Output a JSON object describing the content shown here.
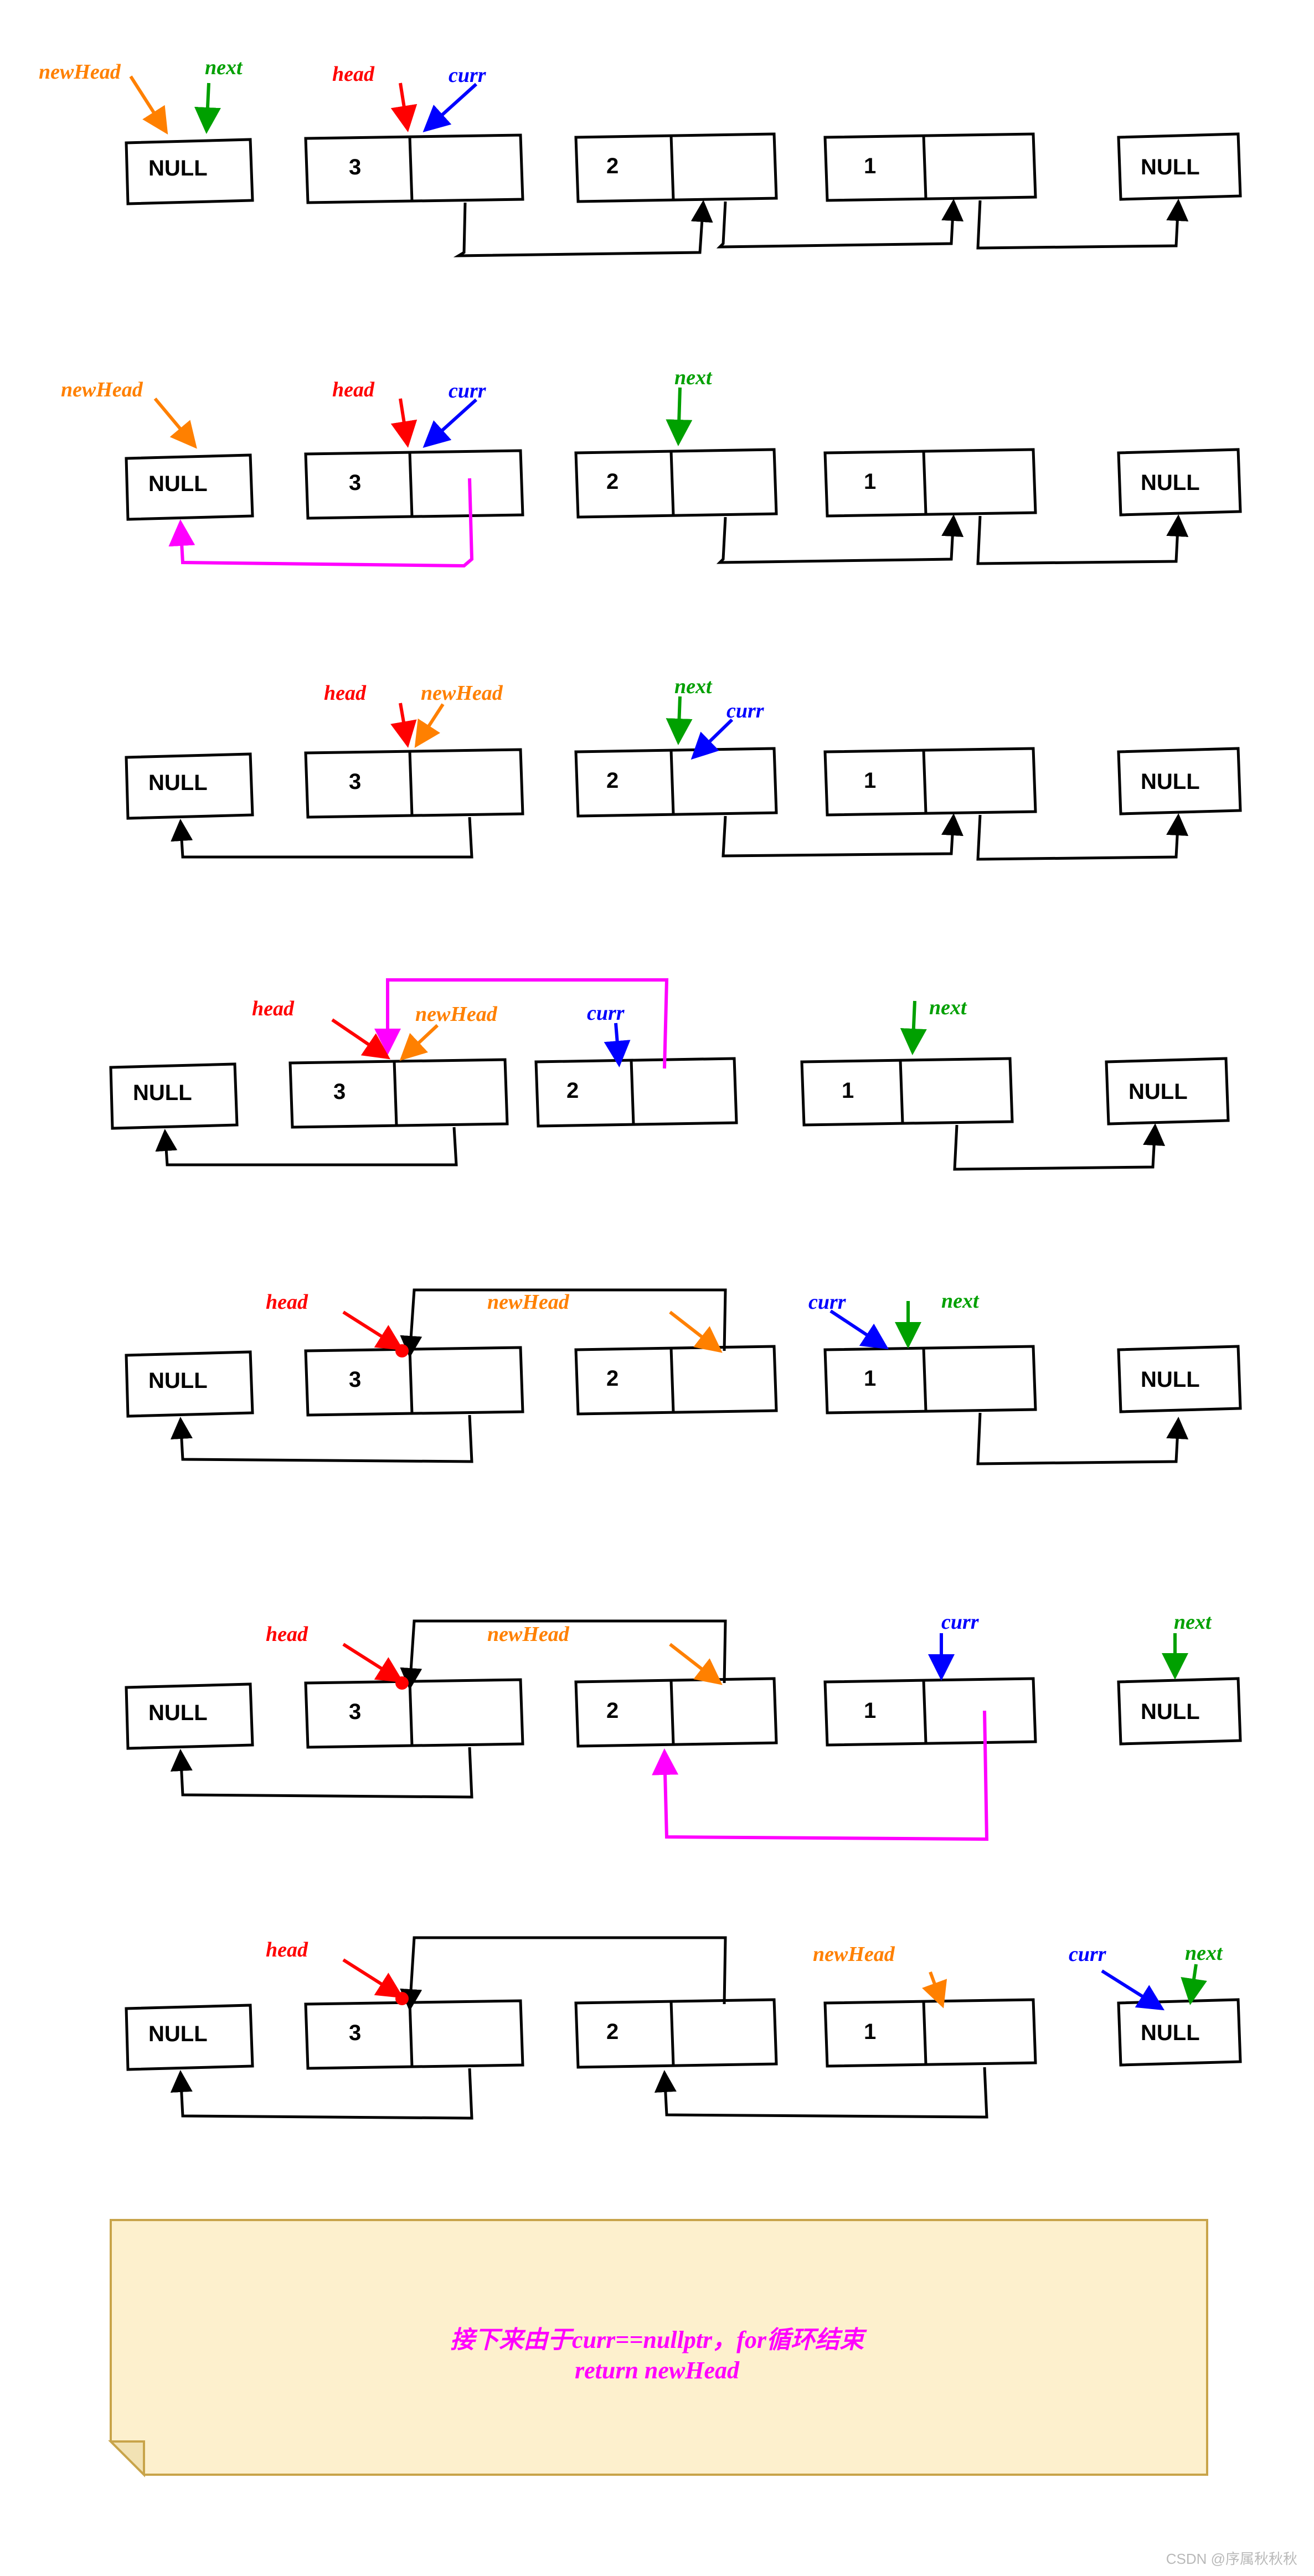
{
  "meta": {
    "title": "Linked list reversal step-by-step diagram",
    "watermark": "CSDN @序属秋秋秋"
  },
  "colors": {
    "newHead": "#ff8000",
    "head": "#ff0000",
    "curr": "#0000ff",
    "next": "#00a000",
    "link": "#000000",
    "highlight": "#ff00ff",
    "note_bg": "#fdf0cd",
    "note_border": "#c8a44a"
  },
  "labels": {
    "newHead": "newHead",
    "head": "head",
    "curr": "curr",
    "next": "next",
    "null": "NULL",
    "three": "3",
    "two": "2",
    "one": "1"
  },
  "steps": [
    {
      "id": "step-1",
      "nodes": [
        "NULL",
        "3",
        "2",
        "1",
        "NULL"
      ],
      "pointers": [
        "newHead",
        "next",
        "head",
        "curr"
      ]
    },
    {
      "id": "step-2",
      "nodes": [
        "NULL",
        "3",
        "2",
        "1",
        "NULL"
      ],
      "pointers": [
        "newHead",
        "head",
        "curr",
        "next"
      ]
    },
    {
      "id": "step-3",
      "nodes": [
        "NULL",
        "3",
        "2",
        "1",
        "NULL"
      ],
      "pointers": [
        "head",
        "newHead",
        "next",
        "curr"
      ]
    },
    {
      "id": "step-4",
      "nodes": [
        "NULL",
        "3",
        "2",
        "1",
        "NULL"
      ],
      "pointers": [
        "head",
        "newHead",
        "curr",
        "next"
      ]
    },
    {
      "id": "step-5",
      "nodes": [
        "NULL",
        "3",
        "2",
        "1",
        "NULL"
      ],
      "pointers": [
        "head",
        "newHead",
        "curr",
        "next"
      ]
    },
    {
      "id": "step-6",
      "nodes": [
        "NULL",
        "3",
        "2",
        "1",
        "NULL"
      ],
      "pointers": [
        "head",
        "newHead",
        "curr",
        "next"
      ]
    },
    {
      "id": "step-7",
      "nodes": [
        "NULL",
        "3",
        "2",
        "1",
        "NULL"
      ],
      "pointers": [
        "head",
        "newHead",
        "curr",
        "next"
      ]
    }
  ],
  "note": {
    "line1": "接下来由于curr==nullptr，for循环结束",
    "line2": "return newHead"
  }
}
